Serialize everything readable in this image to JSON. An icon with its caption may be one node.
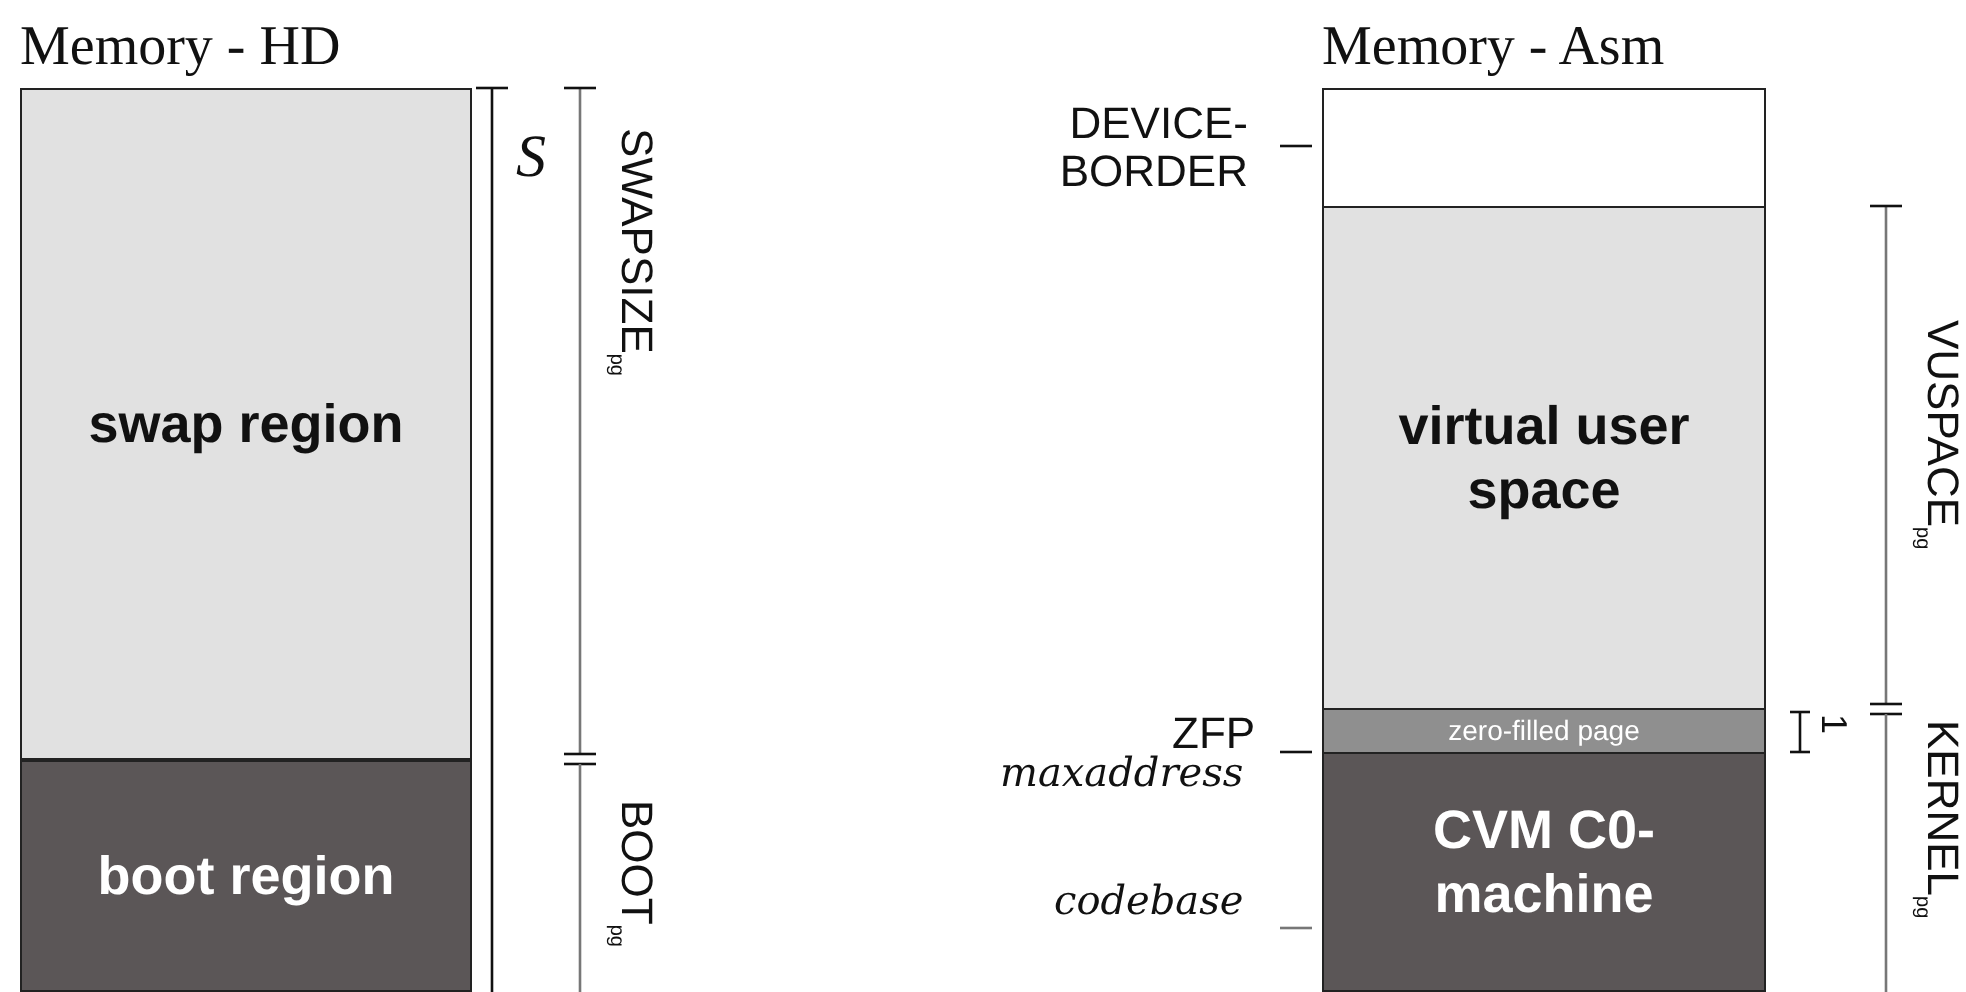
{
  "diagram": {
    "nodes": [
      {
        "text": [
          "swap region"
        ]
      },
      {
        "text": [
          "boot region"
        ]
      },
      {
        "text": [],
        "shape": "box"
      },
      {
        "text": [
          "virtual user space"
        ]
      },
      {
        "text": [
          "zero-filled page"
        ]
      },
      {
        "text": [
          "CVM C0-machine"
        ]
      }
    ],
    "labels": [
      "Memory - HD",
      "S",
      "SWAPSIZE$_{pg}$",
      "BOOT$_{pg}$",
      "Memory - Asm",
      "DEVICE-BORDER",
      "ZFP",
      "maxaddress",
      "codebase",
      "VUSPACE$_{pg}$",
      "1",
      "KERNEL$_{pg}$"
    ]
  }
}
